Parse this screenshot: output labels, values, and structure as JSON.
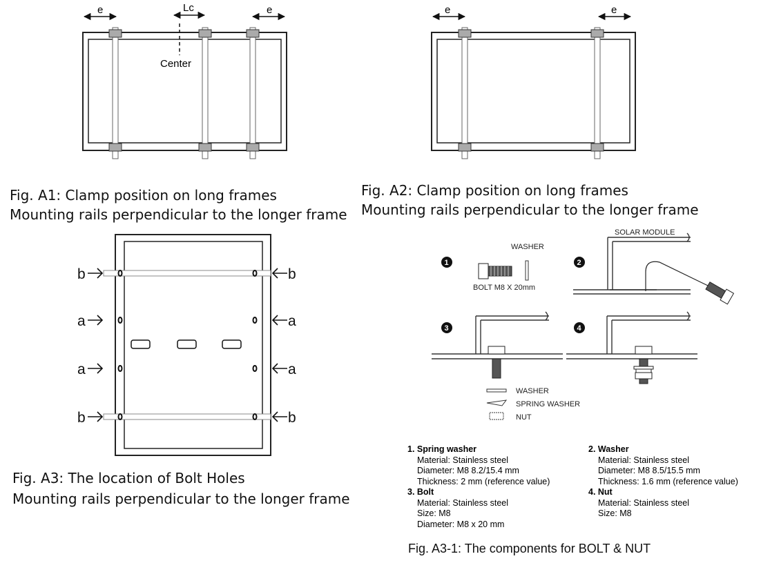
{
  "fig_a1": {
    "labels": {
      "e": "e",
      "lc": "Lc",
      "center": "Center"
    },
    "caption_line1": "Fig. A1:  Clamp position on long frames",
    "caption_line2": "Mounting rails perpendicular to the longer frame"
  },
  "fig_a2": {
    "labels": {
      "e": "e"
    },
    "caption_line1": "Fig. A2: Clamp position on long frames",
    "caption_line2": "Mounting rails perpendicular to the longer frame"
  },
  "fig_a3": {
    "labels": {
      "b": "b",
      "a": "a"
    },
    "caption_line1": "Fig. A3: The location of Bolt Holes",
    "caption_line2": "Mounting rails perpendicular to the longer frame"
  },
  "fig_a3_1": {
    "steps": [
      "1",
      "2",
      "3",
      "4"
    ],
    "labels": {
      "washer": "WASHER",
      "bolt": "BOLT M8 X 20mm",
      "solar_module": "SOLAR MODULE",
      "washer_lower": "WASHER",
      "spring_washer": "SPRING WASHER",
      "nut": "NUT"
    },
    "components": [
      {
        "title": "1. Spring washer",
        "lines": [
          "Material: Stainless steel",
          "Diameter: M8 8.2/15.4 mm",
          "Thickness: 2 mm (reference value)"
        ]
      },
      {
        "title": "2. Washer",
        "lines": [
          "Material: Stainless steel",
          "Diameter: M8 8.5/15.5 mm",
          "Thickness: 1.6 mm (reference value)"
        ]
      },
      {
        "title": "3. Bolt",
        "lines": [
          "Material: Stainless steel",
          "Size: M8",
          "Diameter: M8 x 20 mm"
        ]
      },
      {
        "title": "4. Nut",
        "lines": [
          "Material: Stainless steel",
          "Size: M8"
        ]
      }
    ],
    "caption": "Fig. A3-1: The components for BOLT & NUT"
  }
}
